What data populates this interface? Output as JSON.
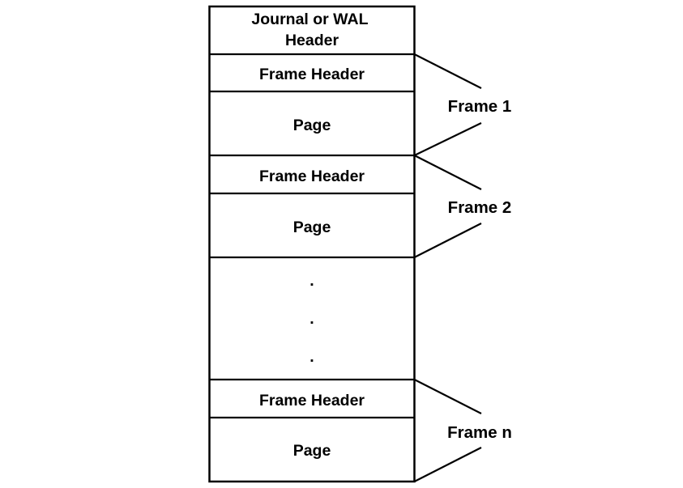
{
  "diagram": {
    "header_lines": [
      "Journal or WAL",
      "Header"
    ],
    "frame_header_label": "Frame Header",
    "page_label": "Page",
    "ellipsis": ".",
    "frames": [
      {
        "label": "Frame 1"
      },
      {
        "label": "Frame 2"
      },
      {
        "label": "Frame n"
      }
    ]
  }
}
